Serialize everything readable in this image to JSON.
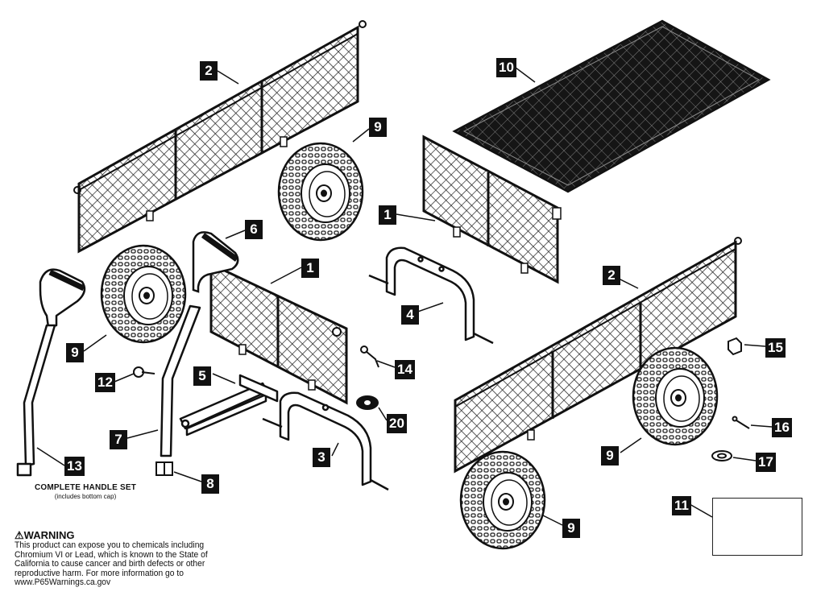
{
  "parts": [
    {
      "id": "part-1-upper",
      "number": "1"
    },
    {
      "id": "part-1-lower",
      "number": "1"
    },
    {
      "id": "part-2-upper",
      "number": "2"
    },
    {
      "id": "part-2-lower",
      "number": "2"
    },
    {
      "id": "part-3",
      "number": "3"
    },
    {
      "id": "part-4",
      "number": "4"
    },
    {
      "id": "part-5",
      "number": "5"
    },
    {
      "id": "part-6",
      "number": "6"
    },
    {
      "id": "part-7",
      "number": "7"
    },
    {
      "id": "part-8",
      "number": "8"
    },
    {
      "id": "part-9-a",
      "number": "9"
    },
    {
      "id": "part-9-b",
      "number": "9"
    },
    {
      "id": "part-9-c",
      "number": "9"
    },
    {
      "id": "part-9-d",
      "number": "9"
    },
    {
      "id": "part-10",
      "number": "10"
    },
    {
      "id": "part-11",
      "number": "11"
    },
    {
      "id": "part-12",
      "number": "12"
    },
    {
      "id": "part-13",
      "number": "13"
    },
    {
      "id": "part-14",
      "number": "14"
    },
    {
      "id": "part-15",
      "number": "15"
    },
    {
      "id": "part-16",
      "number": "16"
    },
    {
      "id": "part-17",
      "number": "17"
    },
    {
      "id": "part-20",
      "number": "20"
    }
  ],
  "handle_set": {
    "title": "COMPLETE HANDLE SET",
    "subtitle": "(includes bottom cap)"
  },
  "warning": {
    "title": "WARNING",
    "body": "This product can expose you to chemicals including Chromium VI or Lead, which is known to the State of California to cause cancer and birth defects or other reproductive harm.  For more information go to www.P65Warnings.ca.gov"
  },
  "colors": {
    "ink": "#111111",
    "label_bg": "#111111",
    "label_text": "#ffffff",
    "mat": "#151515"
  }
}
